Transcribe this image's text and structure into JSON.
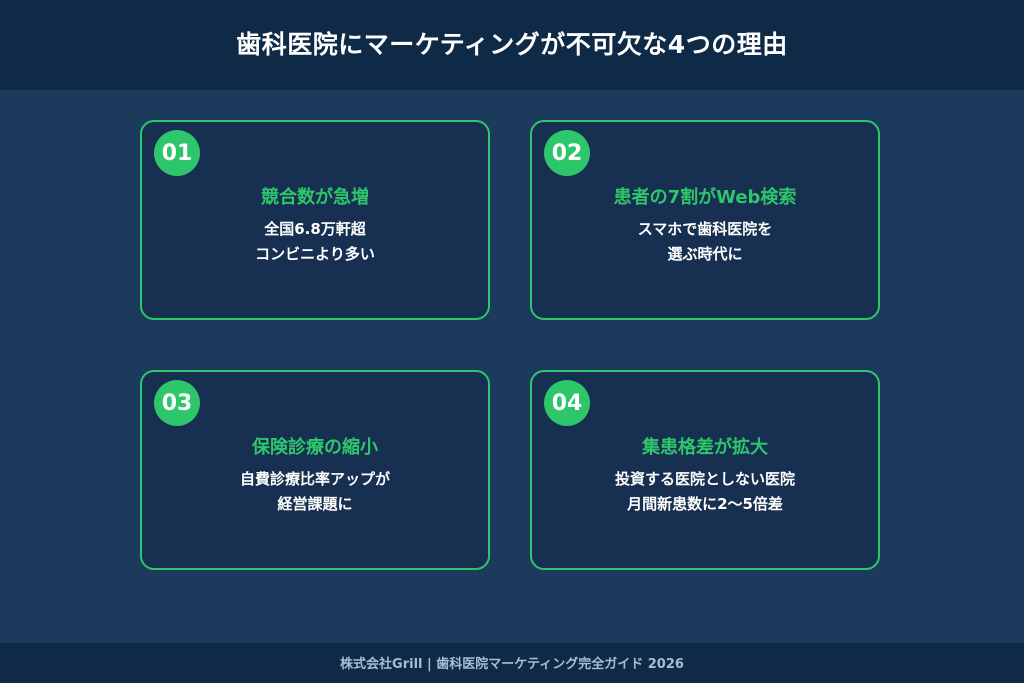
{
  "header": {
    "title": "歯科医院にマーケティングが不可欠な4つの理由"
  },
  "colors": {
    "background": "#1b3a5c",
    "header_bg": "#0f2a46",
    "card_bg": "#172f50",
    "accent_green": "#2ec66a",
    "text_white": "#ffffff",
    "footer_text": "#a9bdd2"
  },
  "cards": [
    {
      "number": "01",
      "heading": "競合数が急増",
      "lines": [
        "全国6.8万軒超",
        "コンビニより多い"
      ]
    },
    {
      "number": "02",
      "heading": "患者の7割がWeb検索",
      "lines": [
        "スマホで歯科医院を",
        "選ぶ時代に"
      ]
    },
    {
      "number": "03",
      "heading": "保険診療の縮小",
      "lines": [
        "自費診療比率アップが",
        "経営課題に"
      ]
    },
    {
      "number": "04",
      "heading": "集患格差が拡大",
      "lines": [
        "投資する医院としない医院",
        "月間新患数に2〜5倍差"
      ]
    }
  ],
  "footer": {
    "text": "株式会社Grill | 歯科医院マーケティング完全ガイド 2026"
  }
}
